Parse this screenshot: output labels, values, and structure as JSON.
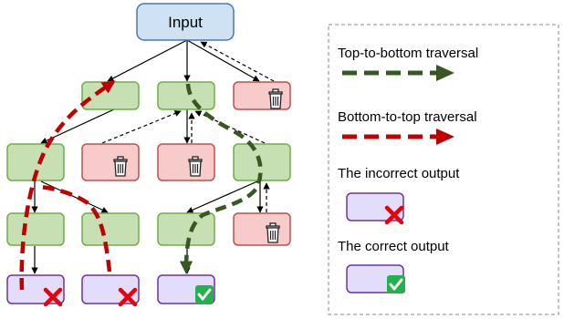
{
  "diagram": {
    "root_label": "Input",
    "icons": {
      "trash": "trash-icon",
      "cross": "red-cross-icon",
      "check": "green-check-icon"
    },
    "colors": {
      "root_fill": "#cfe2f3",
      "root_border": "#4a79a8",
      "green_fill": "#c6e0b4",
      "green_border": "#70ad47",
      "red_fill": "#f8cbcb",
      "red_border": "#c0504d",
      "purple_fill": "#e2defa",
      "purple_border": "#7030a0",
      "top_to_bottom": "#385723",
      "bottom_to_top": "#c00000",
      "check_green": "#22b14c"
    }
  },
  "legend": {
    "top_to_bottom_label": "Top-to-bottom traversal",
    "bottom_to_top_label": "Bottom-to-top traversal",
    "incorrect_label": "The incorrect output",
    "correct_label": "The correct output"
  }
}
